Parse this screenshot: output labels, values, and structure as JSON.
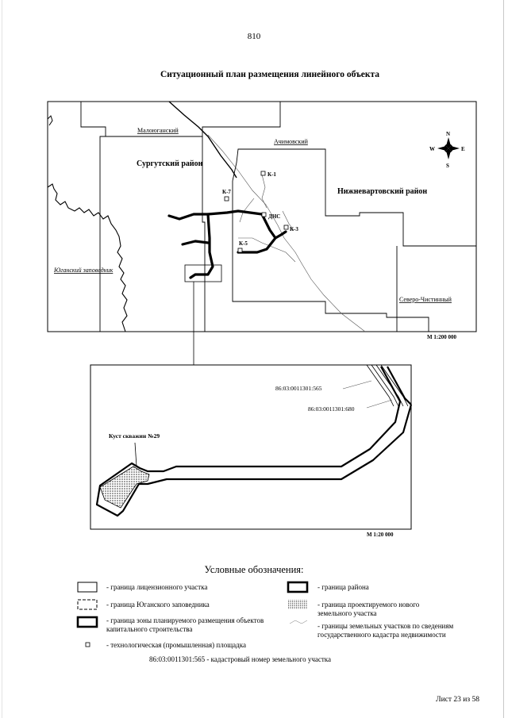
{
  "page_number": "810",
  "title": "Ситуационный план размещения линейного объекта",
  "overview_map": {
    "labels": {
      "malougansky": "Малоюганский",
      "surgut_district": "Сургутский район",
      "achimovsky": "Ачимовский",
      "nizhnevartovsk_district": "Нижневартовский район",
      "yugansky_reserve": "Юганский заповедник",
      "severo_chistinny": "Северо-Чистинный",
      "k1": "К-1",
      "k7": "К-7",
      "dns": "ДНС",
      "k3": "К-3",
      "k5": "К-5"
    },
    "compass": {
      "n": "N",
      "s": "S",
      "w": "W",
      "e": "E"
    },
    "scale": "М 1:200 000"
  },
  "detail_map": {
    "parcel_565": "86:03:0011301:565",
    "parcel_680": "86:03:0011301:680",
    "well_pad": "Куст скважин №29",
    "scale": "М 1:20 000"
  },
  "legend": {
    "title": "Условные обозначения:",
    "license_boundary": "- граница лицензионного участка",
    "district_boundary": "- граница района",
    "reserve_boundary": "- граница Юганского заповедника",
    "new_parcel_boundary": "- граница проектируемого нового земельного участка",
    "zone_boundary": "- граница зоны планируемого размещения объектов капитального строительства",
    "cadastral_boundaries": "- границы земельных участков по сведениям государственного кадастра недвижимости",
    "tech_site": "- технологическая (промышленная) площадка",
    "cadastral_number": "86:03:0011301:565 - кадастровый номер земельного участка"
  },
  "sheet": "Лист 23 из 58"
}
